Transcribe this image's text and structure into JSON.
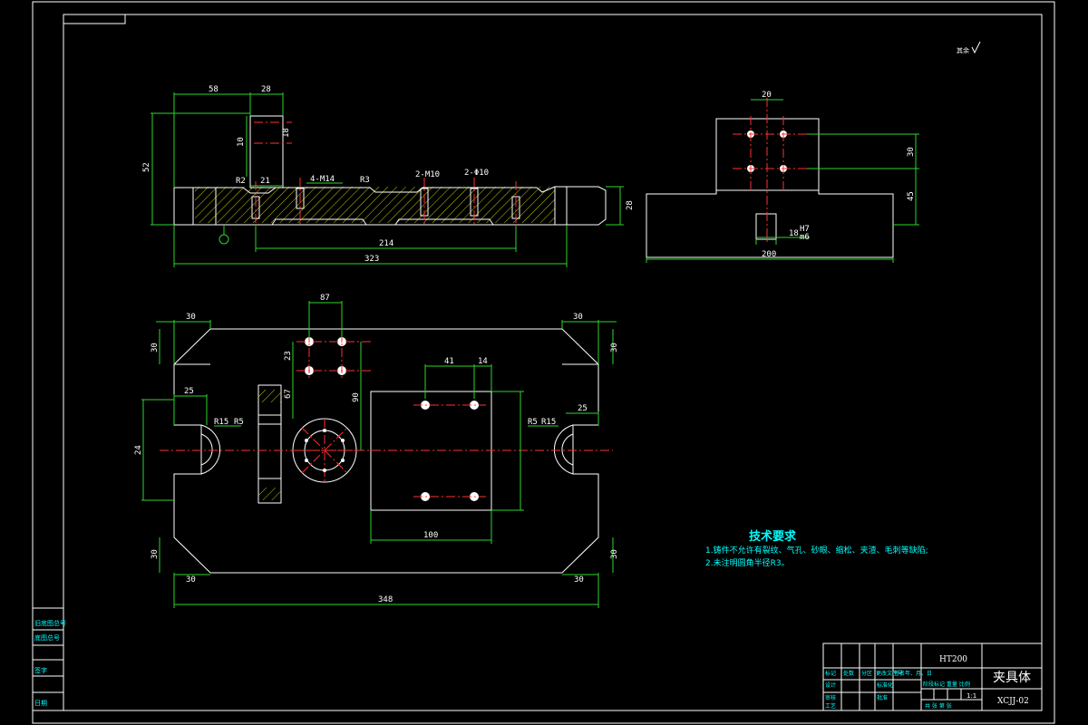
{
  "frame": {
    "border_color": "#ffffff",
    "background": "#000000"
  },
  "colors": {
    "outline": "#ffffff",
    "dimension": "#2bd62b",
    "centerline": "#ff3030",
    "text_annotation": "#00ffff"
  },
  "roughness_note": "其余",
  "front_view": {
    "dims": {
      "d58": "58",
      "d28": "28",
      "d10": "10",
      "d18": "18",
      "d52": "52",
      "d21": "21",
      "dR2": "R2",
      "d4M14": "4-M14",
      "dR3": "R3",
      "d2M10": "2-M10",
      "d2phi10": "2-Φ10",
      "d28b": "28",
      "d214": "214",
      "d323": "323"
    }
  },
  "side_view": {
    "dims": {
      "d20": "20",
      "d30": "30",
      "d45": "45",
      "d18H7": "18",
      "fit_top": "H7",
      "fit_bot": "m6",
      "d200": "200"
    }
  },
  "top_view": {
    "dims": {
      "d30tl": "30",
      "d30tlv": "30",
      "d30tr": "30",
      "d30trv": "30",
      "d87": "87",
      "d23": "23",
      "d67": "67",
      "d90": "90",
      "d41": "41",
      "d14": "14",
      "d25l": "25",
      "d25r": "25",
      "dR15l": "R15",
      "dR5l": "R5",
      "dR5r": "R5",
      "dR15r": "R15",
      "d24": "24",
      "d30bl": "30",
      "d30blv": "30",
      "d30br": "30",
      "d30brv": "30",
      "d100": "100",
      "d348": "348"
    }
  },
  "tech_requirements": {
    "title": "技术要求",
    "lines": [
      "1.铸件不允许有裂纹、气孔、砂眼、缩松、夹渣、毛刺等缺陷;",
      "2.未注明圆角半径R3。"
    ]
  },
  "side_labels": [
    "旧底图总号",
    "底图总号",
    "签字",
    "日期"
  ],
  "title_block": {
    "material": "HT200",
    "part_name": "夹具体",
    "drawing_no": "XCJJ-02",
    "scale": "1:1",
    "row_labels": [
      "标记",
      "处数",
      "分区",
      "更改文件号",
      "签名",
      "年、月、日"
    ],
    "roles": [
      "设计",
      "审核",
      "工艺"
    ],
    "roles2": [
      "标准化",
      "批准"
    ],
    "stage_labels": "阶段标记  重量  比例",
    "sheet_labels": "共  张  第  张"
  }
}
